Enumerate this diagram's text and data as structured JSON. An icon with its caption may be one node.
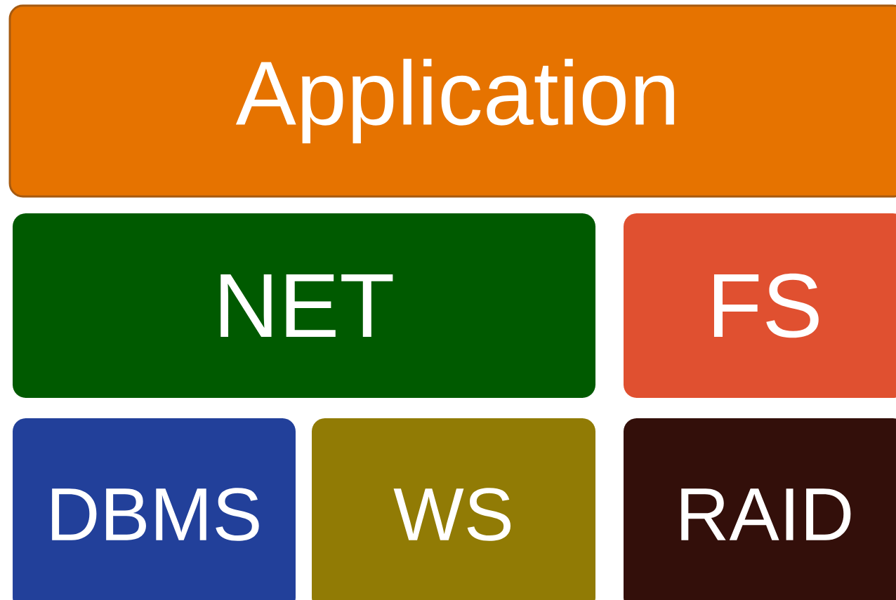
{
  "diagram": {
    "nodes": [
      {
        "text": [
          "Application"
        ]
      },
      {
        "text": [
          "NET"
        ]
      },
      {
        "text": [
          "FS"
        ]
      },
      {
        "text": [
          "DBMS"
        ]
      },
      {
        "text": [
          "WS"
        ]
      },
      {
        "text": [
          "RAID"
        ]
      }
    ]
  }
}
